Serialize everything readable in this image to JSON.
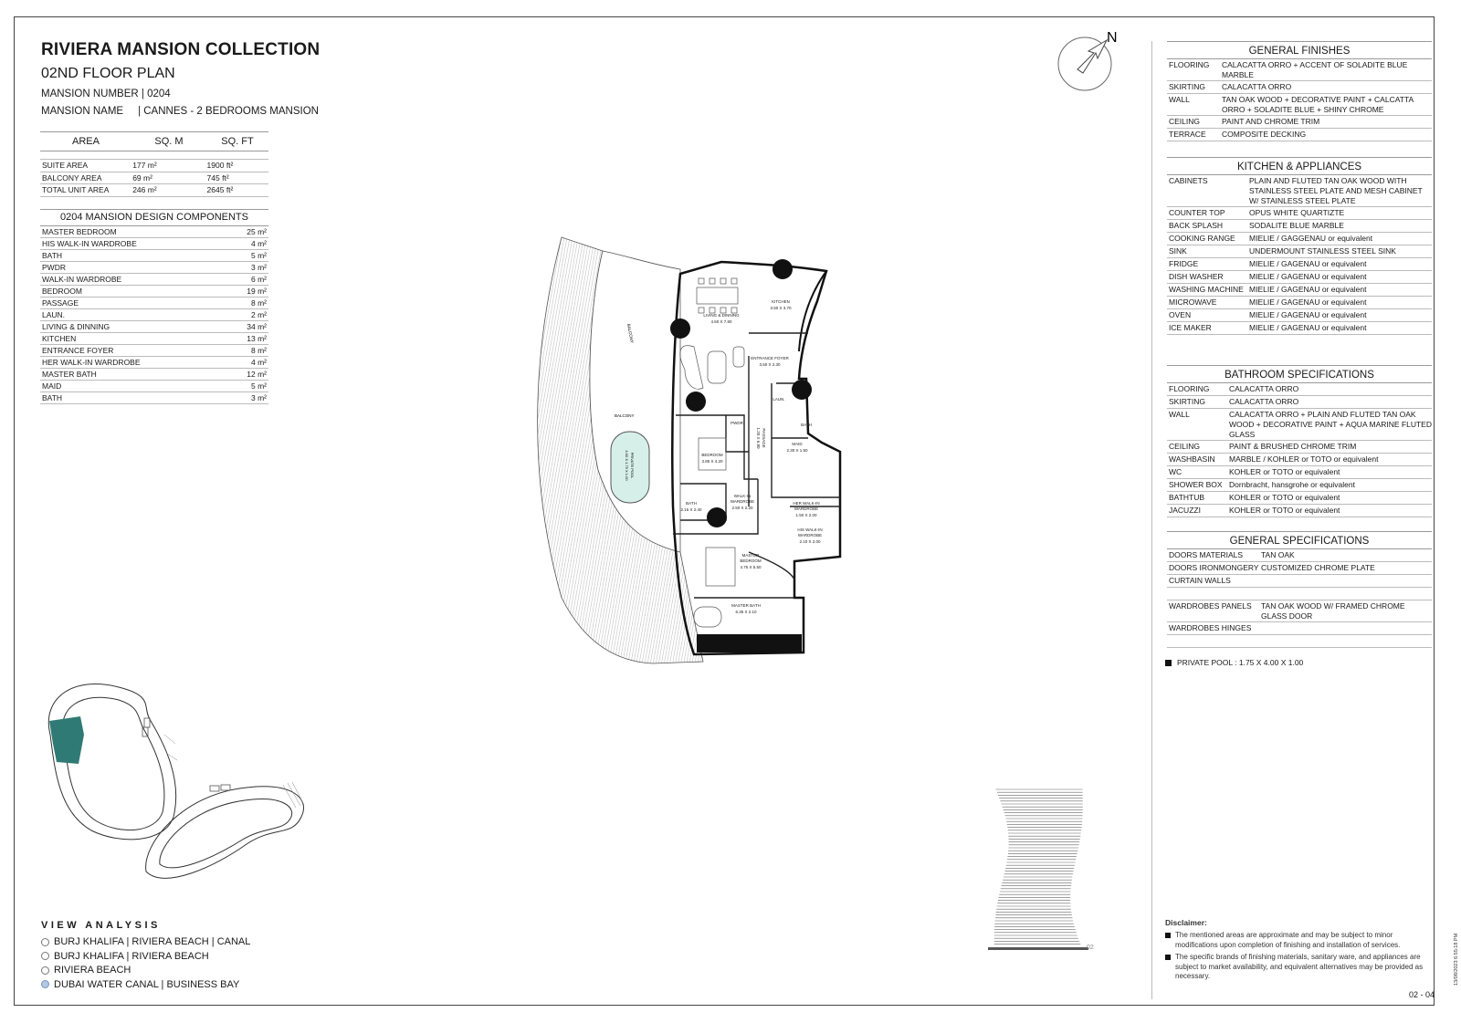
{
  "header": {
    "title": "RIVIERA MANSION COLLECTION",
    "subtitle": "02ND FLOOR PLAN",
    "mansion_number": "MANSION NUMBER | 0204",
    "mansion_name": "MANSION NAME     | CANNES - 2 BEDROOMS MANSION"
  },
  "area_table": {
    "headers": [
      "AREA",
      "SQ. M",
      "SQ. FT"
    ],
    "rows": [
      [
        "SUITE AREA",
        "177 m²",
        "1900 ft²"
      ],
      [
        "BALCONY AREA",
        "69 m²",
        "745 ft²"
      ],
      [
        "TOTAL UNIT AREA",
        "246 m²",
        "2645 ft²"
      ]
    ]
  },
  "components": {
    "title": "0204 MANSION DESIGN COMPONENTS",
    "rows": [
      [
        "MASTER BEDROOM",
        "25 m²"
      ],
      [
        "HIS WALK-IN WARDROBE",
        "4 m²"
      ],
      [
        "BATH",
        "5 m²"
      ],
      [
        "PWDR",
        "3 m²"
      ],
      [
        "WALK-IN WARDROBE",
        "6 m²"
      ],
      [
        "BEDROOM",
        "19 m²"
      ],
      [
        "PASSAGE",
        "8 m²"
      ],
      [
        "LAUN.",
        "2 m²"
      ],
      [
        "LIVING & DINNING",
        "34 m²"
      ],
      [
        "KITCHEN",
        "13 m²"
      ],
      [
        "ENTRANCE FOYER",
        "8 m²"
      ],
      [
        "HER WALK-IN WARDROBE",
        "4 m²"
      ],
      [
        "MASTER BATH",
        "12 m²"
      ],
      [
        "MAID",
        "5 m²"
      ],
      [
        "BATH",
        "3 m²"
      ]
    ]
  },
  "compass": {
    "label": "N"
  },
  "plan_labels": {
    "balcony_top": "BALCONY",
    "balcony_mid": "BALCONY",
    "pool": "PRIVATE POOL",
    "pool_dims": "4.00 X 1.75 X 1.00",
    "living": "LIVING & DINNING",
    "living_dims": "4.50 X 7.80",
    "kitchen": "KITCHEN",
    "kitchen_dims": "3.50 X 3.70",
    "entrance": "ENTRANCE FOYER",
    "entrance_dims": "3.50 X 2.30",
    "laun": "LAUN.",
    "bath_small": "BATH",
    "maid": "MAID",
    "maid_dims": "2.30 X 1.50",
    "passage": "PASSAGE",
    "passage_dims": "1.20 X 6.80",
    "pwdr": "PWDR",
    "bedroom": "BEDROOM",
    "bedroom_dims": "3.85 X 4.20",
    "bath": "BATH",
    "bath_dims": "2.15 X 2.40",
    "wiw": "WALK-IN",
    "wiw2": "WARDROBE",
    "wiw_dims": "2.50 X 2.20",
    "her_wiw": "HER WALK-IN",
    "her_wiw2": "WARDROBE",
    "her_wiw_dims": "1.50 X 2.00",
    "his_wiw": "HIS WALK-IN",
    "his_wiw2": "WARDROBE",
    "his_wiw_dims": "2.10 X 2.00",
    "master_bedroom": "MASTER",
    "master_bedroom2": "BEDROOM",
    "master_bedroom_dims": "4.75 X 5.50",
    "master_bath": "MASTER BATH",
    "master_bath_dims": "6.35 X 2.10"
  },
  "general_finishes": {
    "title": "GENERAL FINISHES",
    "rows": [
      [
        "FLOORING",
        "CALACATTA ORRO + ACCENT OF SOLADITE BLUE MARBLE"
      ],
      [
        "SKIRTING",
        "CALACATTA ORRO"
      ],
      [
        "WALL",
        "TAN OAK WOOD + DECORATIVE PAINT + CALCATTA ORRO + SOLADITE BLUE + SHINY CHROME"
      ],
      [
        "CEILING",
        "PAINT AND CHROME TRIM"
      ],
      [
        "TERRACE",
        "COMPOSITE DECKING"
      ]
    ]
  },
  "kitchen": {
    "title": "KITCHEN & APPLIANCES",
    "rows": [
      [
        "CABINETS",
        "PLAIN AND FLUTED TAN OAK WOOD WITH STAINLESS STEEL PLATE AND MESH CABINET W/ STAINLESS STEEL PLATE"
      ],
      [
        "COUNTER TOP",
        "OPUS WHITE QUARTIZTE"
      ],
      [
        "BACK SPLASH",
        "SODALITE BLUE MARBLE"
      ],
      [
        "COOKING RANGE",
        "MIELIE / GAGGENAU or equivalent"
      ],
      [
        "SINK",
        "UNDERMOUNT STAINLESS STEEL SINK"
      ],
      [
        "FRIDGE",
        "MIELIE / GAGENAU or equivalent"
      ],
      [
        "DISH WASHER",
        "MIELIE / GAGENAU or equivalent"
      ],
      [
        "WASHING MACHINE",
        "MIELIE / GAGENAU or equivalent"
      ],
      [
        "MICROWAVE",
        "MIELIE / GAGENAU or equivalent"
      ],
      [
        "OVEN",
        "MIELIE / GAGENAU or equivalent"
      ],
      [
        "ICE MAKER",
        "MIELIE / GAGENAU or equivalent"
      ]
    ]
  },
  "bathroom": {
    "title": "BATHROOM SPECIFICATIONS",
    "rows": [
      [
        "FLOORING",
        "CALACATTA ORRO"
      ],
      [
        "SKIRTING",
        "CALACATTA ORRO"
      ],
      [
        "WALL",
        "CALACATTA ORRO + PLAIN AND FLUTED TAN OAK WOOD + DECORATIVE PAINT + AQUA MARINE FLUTED GLASS"
      ],
      [
        "CEILING",
        "PAINT & BRUSHED CHROME TRIM"
      ],
      [
        "WASHBASIN",
        "MARBLE / KOHLER or TOTO or equivalent"
      ],
      [
        "WC",
        "KOHLER or TOTO or equivalent"
      ],
      [
        "SHOWER BOX",
        "Dornbracht, hansgrohe or equivalent"
      ],
      [
        "BATHTUB",
        "KOHLER or TOTO or equivalent"
      ],
      [
        "JACUZZI",
        "KOHLER or TOTO or equivalent"
      ]
    ]
  },
  "general_specs": {
    "title": "GENERAL SPECIFICATIONS",
    "rows": [
      [
        "DOORS MATERIALS",
        "TAN OAK"
      ],
      [
        "DOORS IRONMONGERY",
        "CUSTOMIZED CHROME PLATE"
      ],
      [
        "CURTAIN WALLS",
        ""
      ],
      [
        "",
        ""
      ],
      [
        "WARDROBES PANELS",
        "TAN OAK WOOD W/ FRAMED CHROME GLASS DOOR"
      ],
      [
        "WARDROBES HINGES",
        ""
      ],
      [
        "",
        ""
      ]
    ]
  },
  "pool_note": "PRIVATE POOL :  1.75 X 4.00 X 1.00",
  "disclaimer": {
    "heading": "Disclaimer:",
    "items": [
      "The mentioned areas are approximate and may be subject to minor modifications  upon completion of finishing and installation of services.",
      "The specific brands of finishing materials, sanitary ware, and appliances are subject to market availability, and equivalent alternatives may be provided as necessary."
    ]
  },
  "view_analysis": {
    "title": "VIEW ANALYSIS",
    "options": [
      {
        "label": "BURJ KHALIFA | RIVIERA BEACH | CANAL",
        "selected": false
      },
      {
        "label": "BURJ KHALIFA | RIVIERA BEACH",
        "selected": false
      },
      {
        "label": "RIVIERA BEACH",
        "selected": false
      },
      {
        "label": "DUBAI WATER CANAL | BUSINESS BAY",
        "selected": true
      }
    ]
  },
  "elevation_label": "02",
  "page_number": "02 - 04",
  "timestamp": "13/08/2023 6:55:18 PM",
  "colors": {
    "unit_highlight": "#2f7a74",
    "selected_radio": "#b3c8e6",
    "pool_fill": "#d6efe9"
  }
}
